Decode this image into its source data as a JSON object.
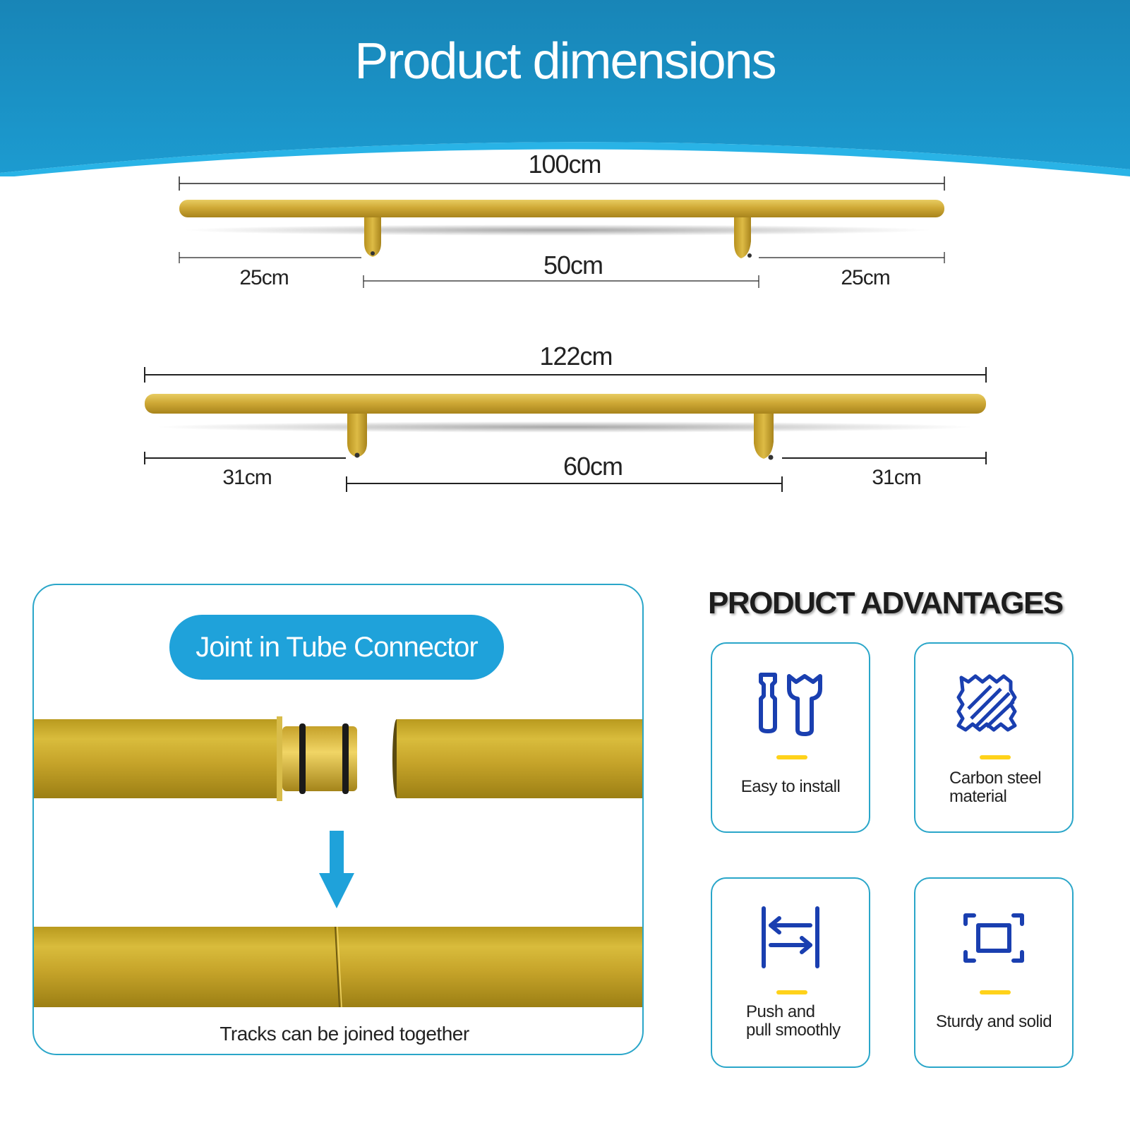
{
  "title": "Product dimensions",
  "rail_100": {
    "total": "100cm",
    "left": "25cm",
    "middle": "50cm",
    "right": "25cm"
  },
  "rail_122": {
    "total": "122cm",
    "left": "31cm",
    "middle": "60cm",
    "right": "31cm"
  },
  "joint": {
    "heading": "Joint in Tube Connector",
    "caption": "Tracks can be joined together"
  },
  "advantages": {
    "title": "PRODUCT ADVANTAGES",
    "items": [
      {
        "icon": "tools-icon",
        "line1": "Easy to install",
        "line2": ""
      },
      {
        "icon": "material-texture-icon",
        "line1": "Carbon steel",
        "line2": "material"
      },
      {
        "icon": "push-pull-icon",
        "line1": "Push and",
        "line2": "pull smoothly"
      },
      {
        "icon": "frame-square-icon",
        "line1": "Sturdy and solid",
        "line2": ""
      }
    ]
  },
  "colors": {
    "header_blue": "#1a8fc0",
    "accent_blue": "#1fa2da",
    "icon_blue": "#1a3fb0",
    "gold": "#c9a52a",
    "dash_yellow": "#ffd21a"
  }
}
